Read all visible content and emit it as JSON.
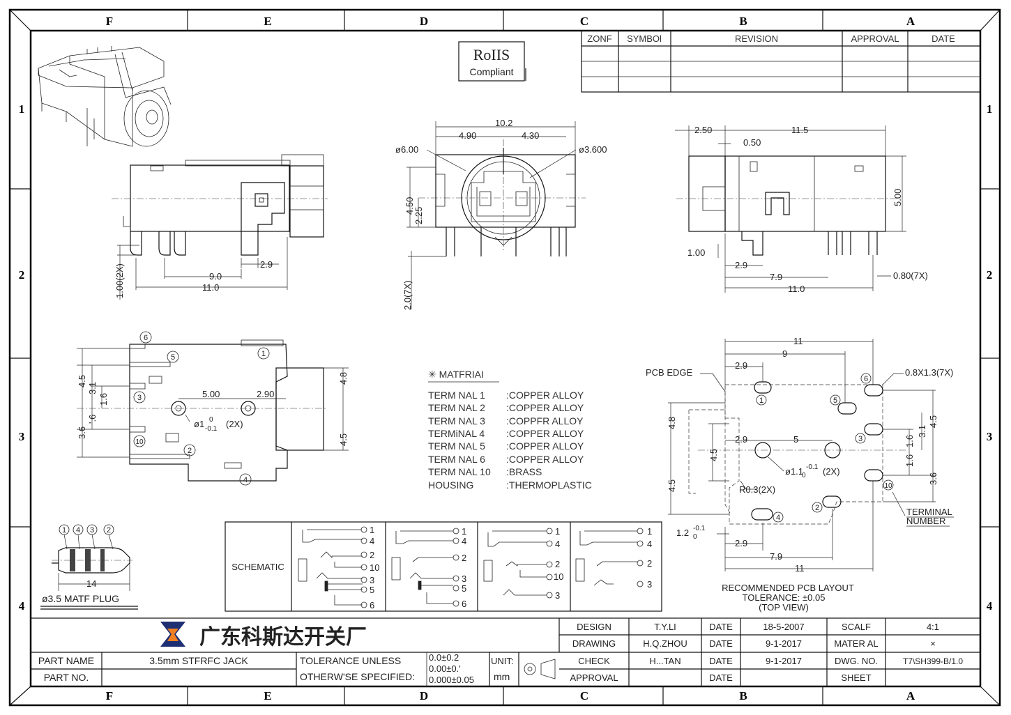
{
  "zones": {
    "columns": [
      "F",
      "E",
      "D",
      "C",
      "B",
      "A"
    ],
    "rows": [
      "1",
      "2",
      "3",
      "4"
    ]
  },
  "revision_table": {
    "headers": [
      "ZONF",
      "SYMBOl",
      "REVISION",
      "APPROVAL",
      "DATE"
    ]
  },
  "rohs": {
    "line1": "RoIIS",
    "line2": "Compliant"
  },
  "front_view": {
    "dims": {
      "overall": "10.2",
      "left": "4.90",
      "right": "4.30",
      "dia_outer": "ø6.00",
      "dia_inner": "ø3.600",
      "h1": "4.50",
      "h2": "2.25",
      "pin": "2.0(7X)"
    }
  },
  "side_view": {
    "dims": {
      "pin_len": "1.00(2X)",
      "d29": "2.9",
      "d90": "9.0",
      "d110": "11.0"
    }
  },
  "top_view": {
    "dims": {
      "d250": "2.50",
      "d115": "11.5",
      "d050": "0.50",
      "d500": "5.00",
      "d100": "1.00",
      "d29": "2.9",
      "d79": "7.9",
      "d110": "11.0",
      "pin": "0.80(7X)"
    }
  },
  "bottom_view": {
    "dims": {
      "d45a": "4.5",
      "d31": "3.1",
      "d16": "1.6",
      "d36": "3.6",
      "d6": "'.6",
      "d500": "5.00",
      "d290": "2.90",
      "d48": "4.8",
      "d45b": "4.5",
      "hole": "ø1",
      "tol_up": "0",
      "tol_dn": "-0.1",
      "hole_cnt": "(2X)"
    },
    "terminals": [
      "6",
      "5",
      "1",
      "3",
      "10",
      "2",
      "4"
    ]
  },
  "material": {
    "heading": "✳ MATFRIAI",
    "rows": [
      {
        "name": "TERM NAL  1",
        "value": ":COPPER  ALLOY"
      },
      {
        "name": "TERM NAL  2",
        "value": ":COPPER  ALLOY"
      },
      {
        "name": "TERM NAL  3",
        "value": ":COPPFR  ALLOY"
      },
      {
        "name": "TERMiNAL  4",
        "value": ":COPPER  ALLOY"
      },
      {
        "name": "TERM NAL  5",
        "value": ":COPPER  ALLOY"
      },
      {
        "name": "TERM NAL  6",
        "value": ":COPPER  ALLOY"
      },
      {
        "name": "TERM NAL  10",
        "value": ":BRASS"
      },
      {
        "name": "HOUSING",
        "value": ":THERMOPLASTIC"
      }
    ]
  },
  "pcb_layout": {
    "labels": {
      "edge": "PCB EDGE",
      "pad": "0.8X1.3(7X)",
      "terminal_line1": "TERMINAL",
      "terminal_line2": "NUMBER",
      "radius": "R0.3(2X)",
      "hole": "ø1.1",
      "hole_tol_up": "-0.1",
      "hole_tol_dn": "0",
      "hole_cnt": "(2X)",
      "tol_d12": "1.2",
      "tol_d12_up": "-0.1",
      "tol_d12_dn": "0"
    },
    "dims": {
      "d11": "11",
      "d9": "9",
      "d29a": "2.9",
      "d48": "4.8",
      "d45a": "4.5",
      "d29b": "2.9",
      "d5": "5",
      "d45b": "4.5",
      "d45c": "4.5",
      "d16a": "1.6",
      "d31": "3.1",
      "d16b": "1.6",
      "d36": "3.6",
      "d29c": "2.9",
      "d79": "7.9",
      "d11b": "11"
    },
    "terminals": [
      "1",
      "5",
      "6",
      "3",
      "10",
      "2",
      "4"
    ],
    "caption": [
      "RECOMMENDED PCB LAYOUT",
      "TOLERANCE: ±0.05",
      "(TOP  VIEW)"
    ]
  },
  "plug": {
    "labels": [
      "1",
      "4",
      "3",
      "2"
    ],
    "length": "14",
    "caption": "ø3.5 MATF PLUG"
  },
  "schematic": {
    "label": "SCHEMATIC",
    "panel1": [
      "1",
      "4",
      "2",
      "10",
      "3",
      "5",
      "6"
    ],
    "panel2": [
      "1",
      "4",
      "2",
      "3",
      "5",
      "6"
    ],
    "panel3": [
      "1",
      "4",
      "2",
      "10",
      "3"
    ],
    "panel4": [
      "1",
      "4",
      "2",
      "3"
    ]
  },
  "title_block": {
    "company": "广东科斯达开关厂",
    "part_name_label": "PART NAME",
    "part_name": "3.5mm  STFRFC  JACK",
    "part_no_label": "PART NO.",
    "tolerance_line1": "TOLERANCE  UNLESS",
    "tolerance_line2": "OTHERW'SE  SPECIFIED:",
    "tol_v1": "0.0±0.2",
    "tol_v2": "0.00±0.'",
    "tol_v3": "0.000±0.05",
    "unit_label": "UNIT:",
    "unit": "mm",
    "rows": [
      {
        "label": "DESIGN",
        "name": "T.Y.LI",
        "date_label": "DATE",
        "date": "18-5-2007",
        "k": "SCALF",
        "v": "4:1"
      },
      {
        "label": "DRAWING",
        "name": "H.Q.ZHOU",
        "date_label": "DATE",
        "date": "9-1-2017",
        "k": "MATER AL",
        "v": "×"
      },
      {
        "label": "CHECK",
        "name": "H...TAN",
        "date_label": "DATE",
        "date": "9-1-2017",
        "k": "DWG. NO.",
        "v": "T7\\SH399-B/1.0"
      },
      {
        "label": "APPROVAL",
        "name": "",
        "date_label": "DATE",
        "date": "",
        "k": "SHEET",
        "v": ""
      }
    ]
  }
}
